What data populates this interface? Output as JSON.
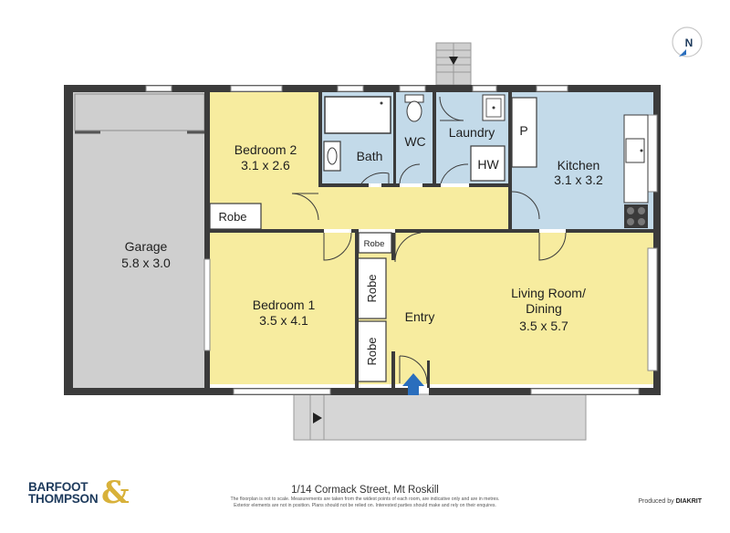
{
  "compass": {
    "label": "N"
  },
  "rooms": {
    "garage": {
      "name": "Garage",
      "size": "5.8 x 3.0"
    },
    "bedroom2": {
      "name": "Bedroom 2",
      "size": "3.1 x 2.6"
    },
    "bath": {
      "name": "Bath"
    },
    "wc": {
      "name": "WC"
    },
    "laundry": {
      "name": "Laundry"
    },
    "pantry": {
      "name": "P"
    },
    "hot_water": {
      "name": "HW"
    },
    "kitchen": {
      "name": "Kitchen",
      "size": "3.1 x 3.2"
    },
    "robe_bed2": {
      "name": "Robe"
    },
    "robe_hall": {
      "name": "Robe"
    },
    "robe_bed1_upper": {
      "name": "Robe"
    },
    "robe_bed1_lower": {
      "name": "Robe"
    },
    "bedroom1": {
      "name": "Bedroom 1",
      "size": "3.5 x 4.1"
    },
    "entry": {
      "name": "Entry"
    },
    "living": {
      "name_line1": "Living Room/",
      "name_line2": "Dining",
      "size": "3.5 x 5.7"
    }
  },
  "footer": {
    "address": "1/14 Cormack Street, Mt Roskill",
    "disclaimer_line1": "The floorplan is not to scale. Measurements are taken from the widest points of each room, are indicative only and are in metres.",
    "disclaimer_line2": "Exterior elements are not in position. Plans should not be relied on. Interested parties should make and rely on their enquires.",
    "brand_line1": "BARFOOT",
    "brand_line2": "THOMPSON",
    "brand_amp": "&",
    "produced_prefix": "Produced by",
    "produced_by": "DIAKRIT"
  },
  "colors": {
    "wall": "#3b3b3b",
    "yellow_room": "#f7ec9f",
    "blue_room": "#c3dae9",
    "grey_room": "#cfcfcf",
    "entry_arrow": "#2a6ebd"
  }
}
